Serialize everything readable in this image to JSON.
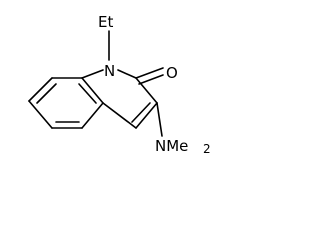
{
  "molecule": {
    "labels": {
      "ethyl": "Et",
      "ring_nitrogen": "N",
      "carbonyl_oxygen": "O",
      "amine": "NMe",
      "amine_subscript": "2"
    }
  }
}
